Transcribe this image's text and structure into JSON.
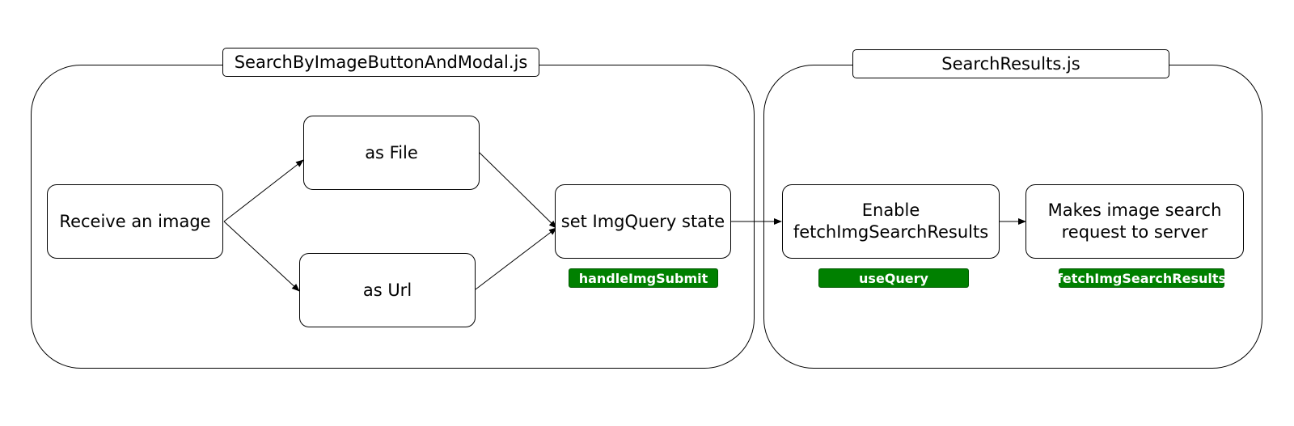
{
  "groups": {
    "left": {
      "title": "SearchByImageButtonAndModal.js"
    },
    "right": {
      "title": "SearchResults.js"
    }
  },
  "nodes": {
    "receive": {
      "label": "Receive an image"
    },
    "as_file": {
      "label": "as File"
    },
    "as_url": {
      "label": "as Url"
    },
    "set_state": {
      "label": "set ImgQuery state"
    },
    "enable": {
      "label_line1": "Enable",
      "label_line2": "fetchImgSearchResults"
    },
    "makes": {
      "label_line1": "Makes image search",
      "label_line2": "request to server"
    }
  },
  "tags": {
    "handle_submit": "handleImgSubmit",
    "use_query": "useQuery",
    "fetch_results": "fetchImgSearchResults"
  },
  "colors": {
    "tag_fill": "#008000",
    "tag_text": "#ffffff",
    "stroke": "#000000"
  }
}
